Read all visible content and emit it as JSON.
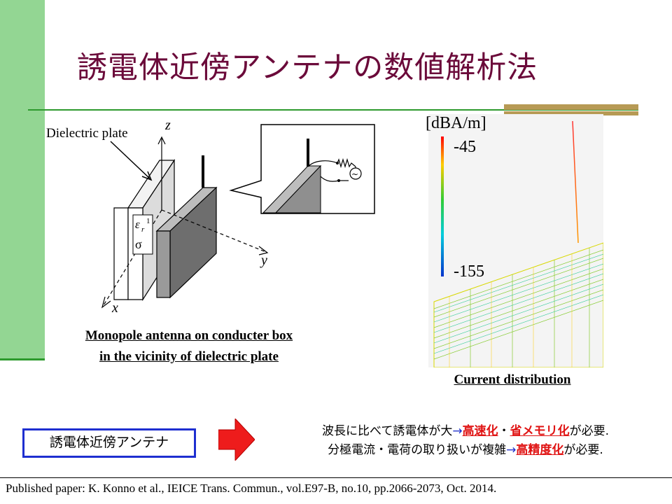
{
  "title": "誘電体近傍アンテナの数値解析法",
  "diagram": {
    "dielectric_label": "Dielectric plate",
    "axis_x": "x",
    "axis_y": "y",
    "axis_z": "z",
    "epsilon_symbol": "ε",
    "epsilon_subscript": "r",
    "epsilon_superscript": "1",
    "sigma_symbol": "σ",
    "source_symbol": "~"
  },
  "antenna_caption": {
    "line1": "Monopole antenna on conducter box",
    "line2": "in the vicinity of dielectric plate"
  },
  "current_plot": {
    "unit": "[dBA/m]",
    "max_value": "-45",
    "min_value": "-155",
    "caption": "Current distribution"
  },
  "callout": {
    "label": "誘電体近傍アンテナ"
  },
  "conclusion": {
    "line1_prefix": "波長に比べて誘電体が大",
    "arrow": "→",
    "line1_red1": "高速化",
    "sep": "・",
    "line1_red2": "省メモリ化",
    "line1_suffix": "が必要.",
    "line2_prefix": "分極電流・電荷の取り扱いが複雑",
    "line2_red": "高精度化",
    "line2_suffix": "が必要."
  },
  "footer": "Published paper: K. Konno et al., IEICE Trans. Commun., vol.E97-B, no.10, pp.2066-2073, Oct. 2014.",
  "colors": {
    "title": "#6b0a3a",
    "accent_green": "#93d693",
    "rule_green": "#2e9a2e",
    "gold": "#b79a55",
    "callout_border": "#1e2fd0",
    "highlight_red": "#e01414"
  }
}
